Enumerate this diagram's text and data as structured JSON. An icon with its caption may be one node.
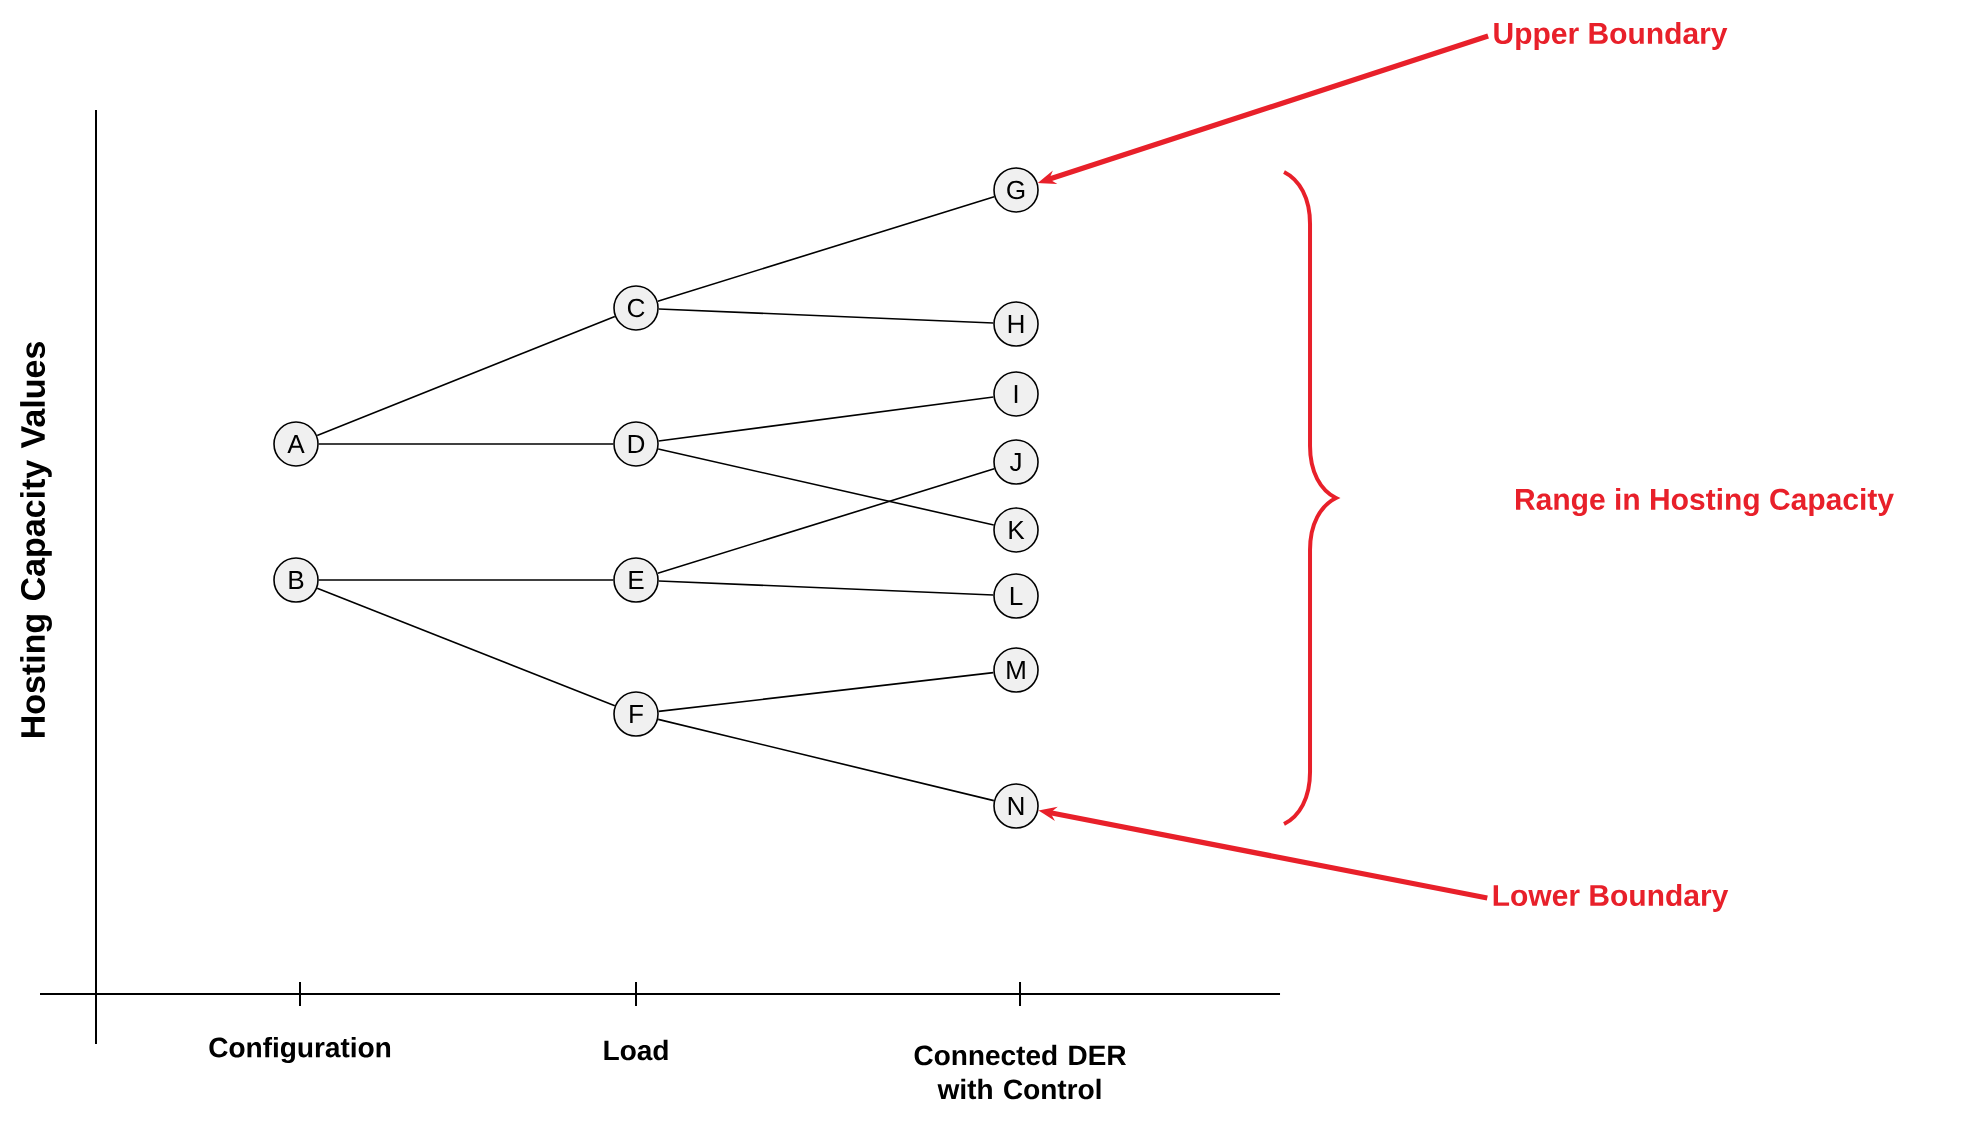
{
  "diagram": {
    "nodes": [
      {
        "text": [
          "A"
        ]
      },
      {
        "text": [
          "B"
        ]
      },
      {
        "text": [
          "C"
        ]
      },
      {
        "text": [
          "D"
        ]
      },
      {
        "text": [
          "E"
        ]
      },
      {
        "text": [
          "F"
        ]
      },
      {
        "text": [
          "G"
        ]
      },
      {
        "text": [
          "H"
        ]
      },
      {
        "text": [
          "I"
        ]
      },
      {
        "text": [
          "J"
        ]
      },
      {
        "text": [
          "K"
        ]
      },
      {
        "text": [
          "L"
        ]
      },
      {
        "text": [
          "M"
        ]
      },
      {
        "text": [
          "N"
        ]
      },
      {
        "text": [
          "Upper Boundary"
        ]
      },
      {
        "text": [
          "Range in Hosting Capacity"
        ]
      },
      {
        "text": [
          "Lower Boundary"
        ]
      }
    ],
    "edges": [
      {
        "from": 0,
        "to": 2,
        "arrow": "none"
      },
      {
        "from": 0,
        "to": 3,
        "arrow": "none"
      },
      {
        "from": 1,
        "to": 4,
        "arrow": "none"
      },
      {
        "from": 1,
        "to": 5,
        "arrow": "none"
      },
      {
        "from": 2,
        "to": 6,
        "arrow": "none"
      },
      {
        "from": 2,
        "to": 7,
        "arrow": "none"
      },
      {
        "from": 3,
        "to": 8,
        "arrow": "none"
      },
      {
        "from": 3,
        "to": 10,
        "arrow": "none"
      },
      {
        "from": 4,
        "to": 9,
        "arrow": "none"
      },
      {
        "from": 4,
        "to": 11,
        "arrow": "none"
      },
      {
        "from": 5,
        "to": 12,
        "arrow": "none"
      },
      {
        "from": 5,
        "to": 13,
        "arrow": "none"
      },
      {
        "from": 14,
        "to": 6,
        "arrow": "to",
        "style": "thick",
        "color": "#e8202a"
      },
      {
        "from": 16,
        "to": 13,
        "arrow": "to",
        "style": "thick",
        "color": "#e8202a"
      }
    ],
    "labels": [
      "Hosting Capacity Values",
      "Configuration",
      "Load",
      "Connected DER with Control"
    ]
  }
}
